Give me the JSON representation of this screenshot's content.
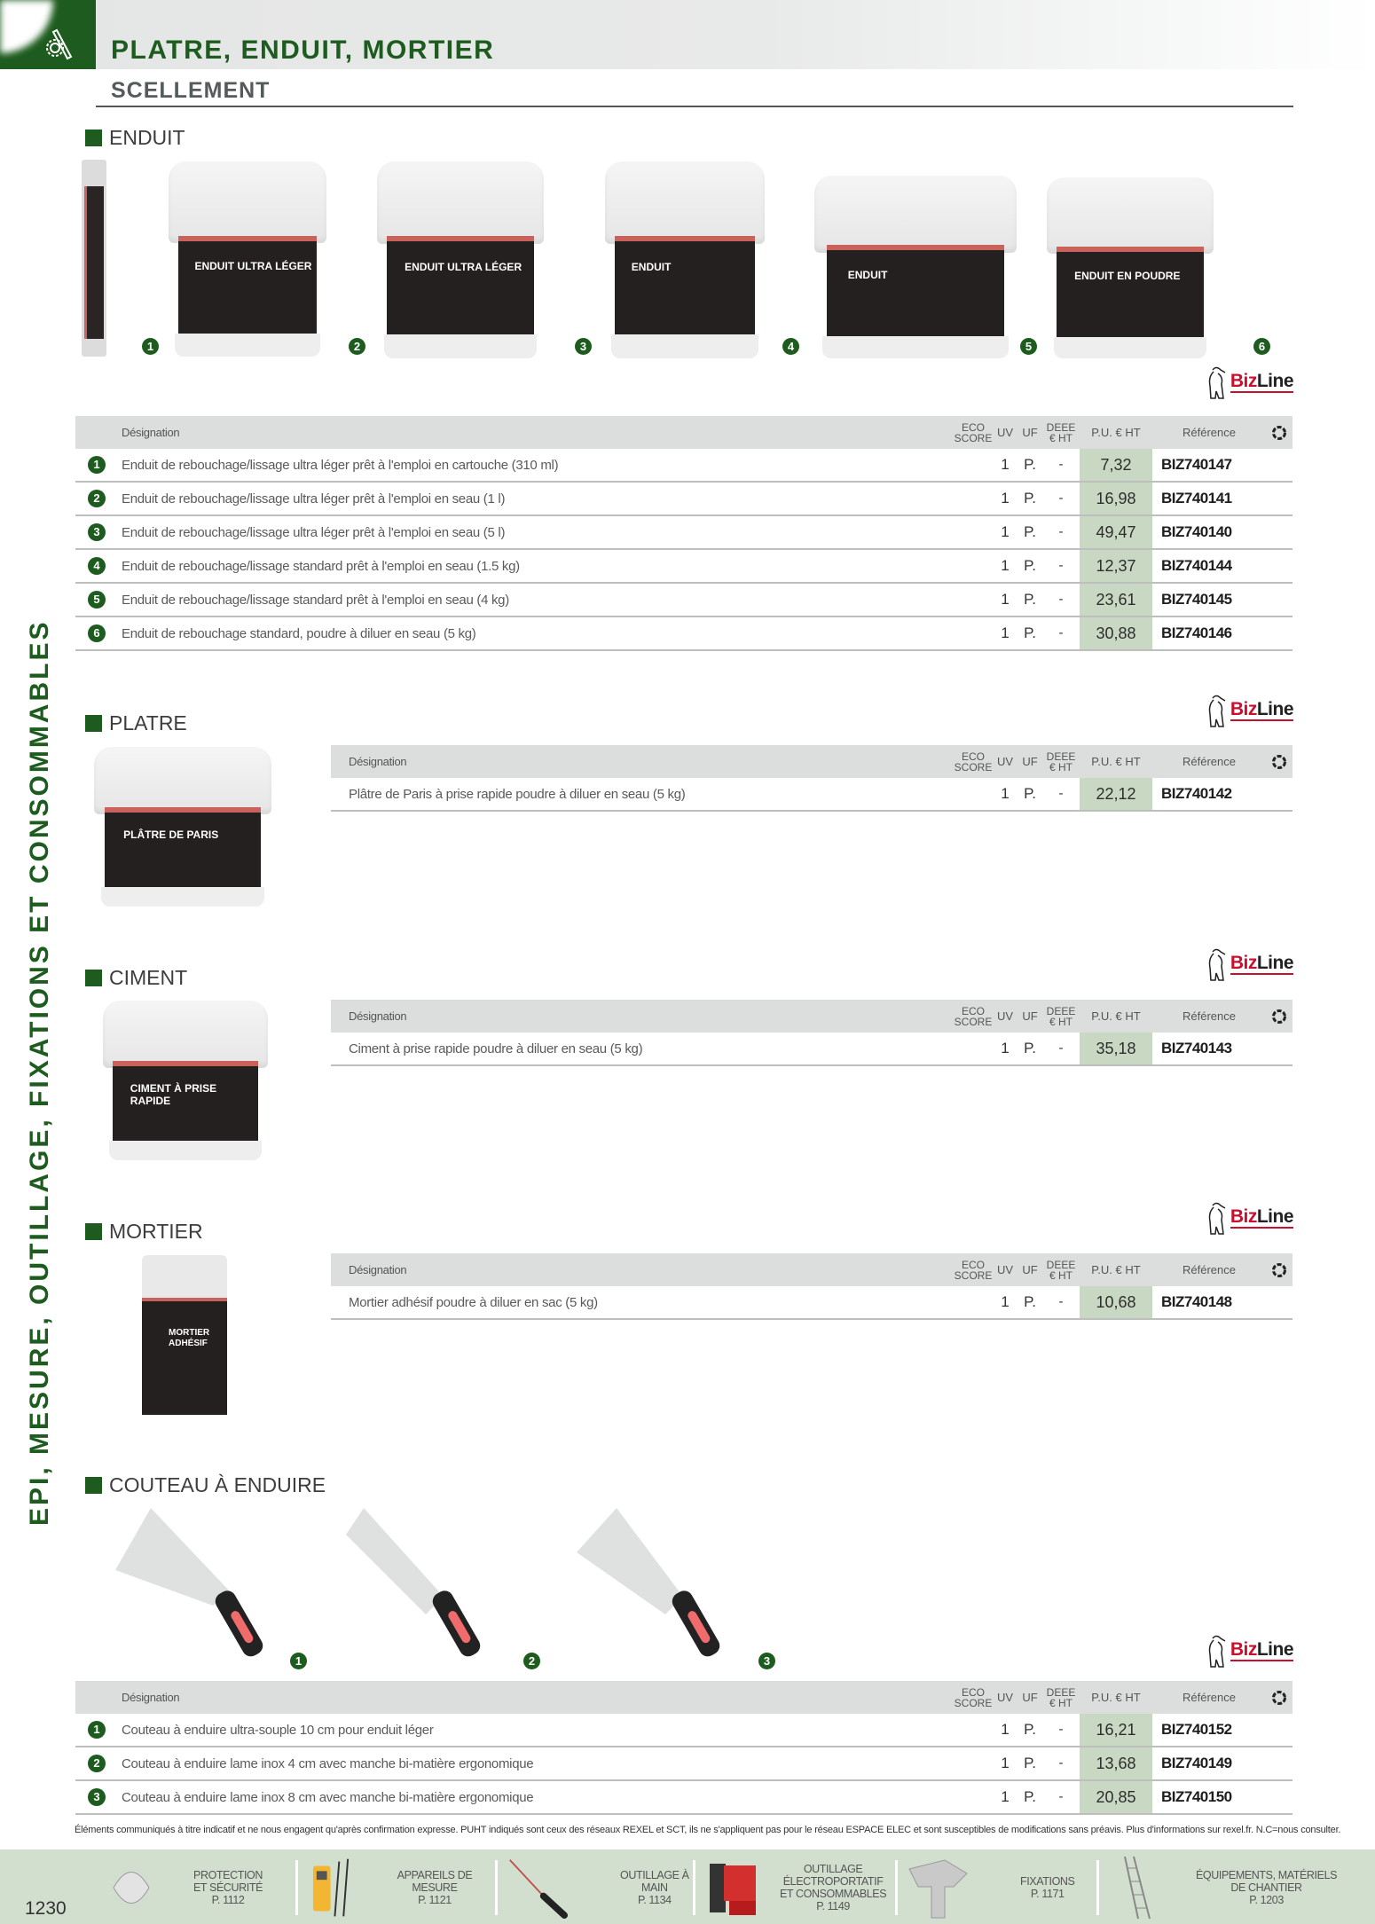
{
  "header": {
    "title": "PLATRE, ENDUIT, MORTIER",
    "subtitle": "SCELLEMENT",
    "tab_icon": "tools-icon",
    "colors": {
      "brand_green": "#1d5c1e",
      "price_highlight": "#c9d8c2",
      "table_header_bg": "#dcdedd",
      "footer_bg": "#d2dfce"
    }
  },
  "side_text": "EPI, MESURE, OUTILLAGE, FIXATIONS ET CONSOMMABLES",
  "columns": {
    "designation": "Désignation",
    "eco_line1": "ECO",
    "eco_line2": "SCORE",
    "uv": "UV",
    "uf": "UF",
    "deee_line1": "DEEE",
    "deee_line2": "€ HT",
    "pu": "P.U. € HT",
    "reference": "Référence",
    "recycle_icon": "recycle-icon"
  },
  "brand": {
    "biz": "Biz",
    "line": "Line"
  },
  "sections": {
    "enduit": {
      "label": "ENDUIT",
      "image_badges": [
        "1",
        "2",
        "3",
        "4",
        "5",
        "6"
      ],
      "image_labels": [
        "ENDUIT ULTRA LÉGER",
        "ENDUIT ULTRA LÉGER",
        "ENDUIT",
        "ENDUIT",
        "ENDUIT EN POUDRE"
      ],
      "rows": [
        {
          "num": "1",
          "designation": "Enduit de rebouchage/lissage ultra léger prêt à l'emploi en cartouche (310 ml)",
          "uv": "1",
          "uf": "P.",
          "deee": "-",
          "pu": "7,32",
          "ref": "BIZ740147"
        },
        {
          "num": "2",
          "designation": "Enduit de rebouchage/lissage ultra léger prêt à l'emploi en seau (1 l)",
          "uv": "1",
          "uf": "P.",
          "deee": "-",
          "pu": "16,98",
          "ref": "BIZ740141"
        },
        {
          "num": "3",
          "designation": "Enduit de rebouchage/lissage ultra léger prêt à l'emploi en seau (5 l)",
          "uv": "1",
          "uf": "P.",
          "deee": "-",
          "pu": "49,47",
          "ref": "BIZ740140"
        },
        {
          "num": "4",
          "designation": "Enduit de rebouchage/lissage standard prêt à l'emploi en seau (1.5 kg)",
          "uv": "1",
          "uf": "P.",
          "deee": "-",
          "pu": "12,37",
          "ref": "BIZ740144"
        },
        {
          "num": "5",
          "designation": "Enduit de rebouchage/lissage standard prêt à l'emploi en seau (4 kg)",
          "uv": "1",
          "uf": "P.",
          "deee": "-",
          "pu": "23,61",
          "ref": "BIZ740145"
        },
        {
          "num": "6",
          "designation": "Enduit de rebouchage standard, poudre à diluer en seau (5 kg)",
          "uv": "1",
          "uf": "P.",
          "deee": "-",
          "pu": "30,88",
          "ref": "BIZ740146"
        }
      ]
    },
    "platre": {
      "label": "PLATRE",
      "image_label": "PLÂTRE DE PARIS",
      "rows": [
        {
          "designation": "Plâtre de Paris à prise rapide poudre à diluer en seau (5 kg)",
          "uv": "1",
          "uf": "P.",
          "deee": "-",
          "pu": "22,12",
          "ref": "BIZ740142"
        }
      ]
    },
    "ciment": {
      "label": "CIMENT",
      "image_label": "CIMENT À PRISE RAPIDE",
      "rows": [
        {
          "designation": "Ciment à prise rapide poudre à diluer en seau (5 kg)",
          "uv": "1",
          "uf": "P.",
          "deee": "-",
          "pu": "35,18",
          "ref": "BIZ740143"
        }
      ]
    },
    "mortier": {
      "label": "MORTIER",
      "image_label": "MORTIER ADHÉSIF",
      "rows": [
        {
          "designation": "Mortier adhésif poudre à diluer en sac (5 kg)",
          "uv": "1",
          "uf": "P.",
          "deee": "-",
          "pu": "10,68",
          "ref": "BIZ740148"
        }
      ]
    },
    "couteau": {
      "label": "COUTEAU À ENDUIRE",
      "image_badges": [
        "1",
        "2",
        "3"
      ],
      "rows": [
        {
          "num": "1",
          "designation": "Couteau à enduire ultra-souple 10 cm pour enduit léger",
          "uv": "1",
          "uf": "P.",
          "deee": "-",
          "pu": "16,21",
          "ref": "BIZ740152"
        },
        {
          "num": "2",
          "designation": "Couteau à enduire lame inox 4 cm avec manche bi-matière ergonomique",
          "uv": "1",
          "uf": "P.",
          "deee": "-",
          "pu": "13,68",
          "ref": "BIZ740149"
        },
        {
          "num": "3",
          "designation": "Couteau à enduire lame inox 8 cm avec manche bi-matière ergonomique",
          "uv": "1",
          "uf": "P.",
          "deee": "-",
          "pu": "20,85",
          "ref": "BIZ740150"
        }
      ]
    }
  },
  "disclaimer": "Éléments communiqués à titre indicatif et ne nous engagent qu'après confirmation expresse. PUHT indiqués sont ceux des réseaux REXEL et SCT, ils ne s'appliquent pas pour le réseau ESPACE ELEC et sont susceptibles de modifications sans préavis. Plus d'informations sur rexel.fr. N.C=nous consulter.",
  "footer": {
    "page_number": "1230",
    "nav": [
      {
        "icon": "mask-icon",
        "line1": "PROTECTION",
        "line2": "ET SÉCURITÉ",
        "line3": "",
        "page": "P. 1112"
      },
      {
        "icon": "multimeter-icon",
        "line1": "APPAREILS DE MESURE",
        "line2": "",
        "line3": "",
        "page": "P. 1121"
      },
      {
        "icon": "screwdriver-icon",
        "line1": "OUTILLAGE À MAIN",
        "line2": "",
        "line3": "",
        "page": "P. 1134"
      },
      {
        "icon": "drill-icon",
        "line1": "OUTILLAGE",
        "line2": "ÉLECTROPORTATIF",
        "line3": "ET CONSOMMABLES",
        "page": "P. 1149"
      },
      {
        "icon": "bracket-icon",
        "line1": "FIXATIONS",
        "line2": "",
        "line3": "",
        "page": "P. 1171"
      },
      {
        "icon": "ladder-icon",
        "line1": "ÉQUIPEMENTS, MATÉRIELS",
        "line2": "DE CHANTIER",
        "line3": "",
        "page": "P. 1203"
      }
    ]
  }
}
